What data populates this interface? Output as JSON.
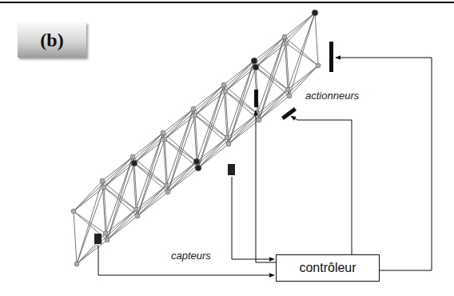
{
  "diagram": {
    "nodes": [
      {
        "text": [
          "(b)"
        ]
      },
      {
        "text": [
          "contrôleur"
        ]
      }
    ],
    "labels": [
      "actionneurs",
      "capteurs"
    ]
  }
}
